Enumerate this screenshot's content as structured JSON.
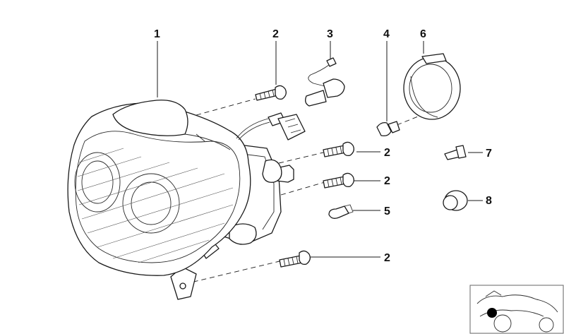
{
  "callouts": {
    "c1": "1",
    "c2a": "2",
    "c2b": "2",
    "c2c": "2",
    "c2d": "2",
    "c3": "3",
    "c4": "4",
    "c5": "5",
    "c6": "6",
    "c7": "7",
    "c8": "8"
  },
  "colors": {
    "ink": "#1a1a1a",
    "background": "#ffffff",
    "thumbnail_marker": "#000000"
  }
}
